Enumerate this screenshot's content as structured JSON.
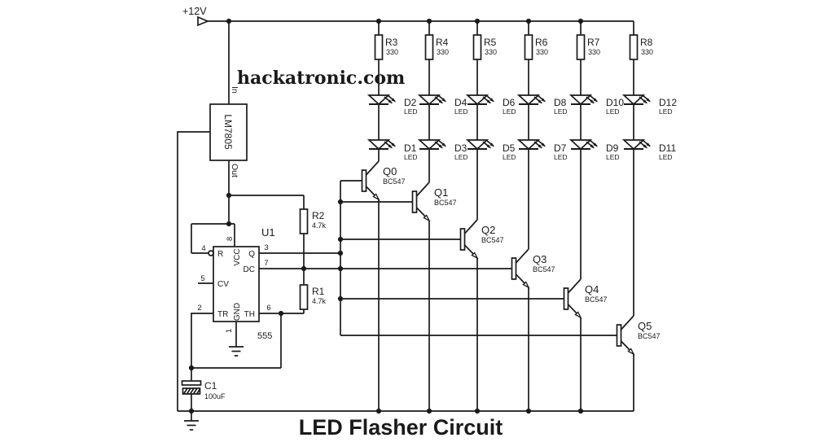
{
  "title": "LED Flasher Circuit",
  "watermark": "hackatronic.com",
  "power": {
    "supply": "+12V"
  },
  "regulator": {
    "part": "LM7805",
    "pin_in": "In",
    "pin_out": "Out"
  },
  "timer": {
    "designator": "U1",
    "part": "555",
    "pins": {
      "reset": {
        "num": "4",
        "name": "R"
      },
      "vcc": {
        "num": "8",
        "name": "VCC"
      },
      "output": {
        "num": "3",
        "name": "Q"
      },
      "discharge": {
        "num": "7",
        "name": "DC"
      },
      "control": {
        "num": "5",
        "name": "CV"
      },
      "trigger": {
        "num": "2",
        "name": "TR"
      },
      "threshold": {
        "num": "6",
        "name": "TH"
      },
      "ground": {
        "num": "1",
        "name": "GND"
      }
    }
  },
  "capacitor": {
    "name": "C1",
    "value": "100uF"
  },
  "timing_resistors": [
    {
      "name": "R2",
      "value": "4.7k"
    },
    {
      "name": "R1",
      "value": "4.7k"
    }
  ],
  "ballast_resistors": [
    {
      "name": "R3",
      "value": "330"
    },
    {
      "name": "R4",
      "value": "330"
    },
    {
      "name": "R5",
      "value": "330"
    },
    {
      "name": "R6",
      "value": "330"
    },
    {
      "name": "R7",
      "value": "330"
    },
    {
      "name": "R8",
      "value": "330"
    }
  ],
  "leds_top_row": [
    {
      "name": "D2",
      "type": "LED"
    },
    {
      "name": "D4",
      "type": "LED"
    },
    {
      "name": "D6",
      "type": "LED"
    },
    {
      "name": "D8",
      "type": "LED"
    },
    {
      "name": "D10",
      "type": "LED"
    },
    {
      "name": "D12",
      "type": "LED"
    }
  ],
  "leds_bottom_row": [
    {
      "name": "D1",
      "type": "LED"
    },
    {
      "name": "D3",
      "type": "LED"
    },
    {
      "name": "D5",
      "type": "LED"
    },
    {
      "name": "D7",
      "type": "LED"
    },
    {
      "name": "D9",
      "type": "LED"
    },
    {
      "name": "D11",
      "type": "LED"
    }
  ],
  "transistors": [
    {
      "name": "Q0",
      "part": "BC547"
    },
    {
      "name": "Q1",
      "part": "BC547"
    },
    {
      "name": "Q2",
      "part": "BC547"
    },
    {
      "name": "Q3",
      "part": "BC547"
    },
    {
      "name": "Q4",
      "part": "BC547"
    },
    {
      "name": "Q5",
      "part": "BC547"
    }
  ],
  "colors": {
    "ink": "#1a1a1a",
    "background": "#ffffff"
  }
}
